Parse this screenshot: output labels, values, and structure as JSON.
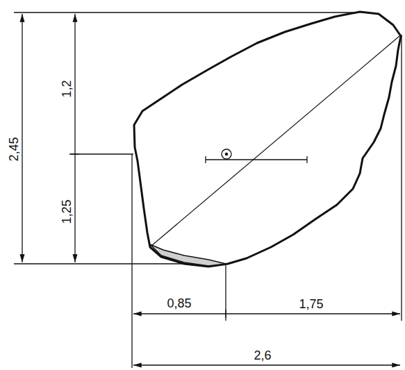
{
  "diagram": {
    "labels": [
      "2,45",
      "1,2",
      "1,25",
      "0,85",
      "1,75",
      "2,6"
    ]
  }
}
